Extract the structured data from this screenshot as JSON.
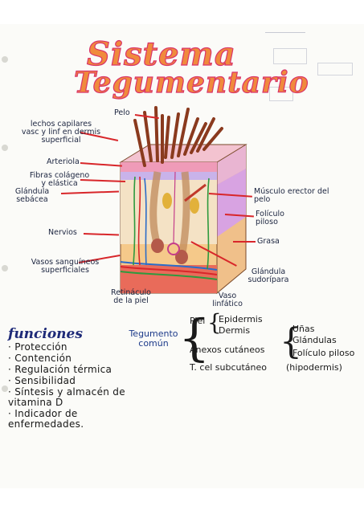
{
  "title": {
    "line1": "Sistema",
    "line2": "Tegumentario"
  },
  "labels": {
    "pelo": "Pelo",
    "lechos": "lechos capilares vasc y linf en dermis superficial",
    "arteriola": "Arteriola",
    "fibras": "Fibras colágeno y elástica",
    "glandula_sebacea": "Glándula sebácea",
    "nervios": "Nervios",
    "vasos": "Vasos sanguíneos superficiales",
    "retinaculo": "Retináculo de la piel",
    "vaso_linfatico": "Vaso linfático",
    "glandula_sudoripara": "Glándula sudorípara",
    "grasa": "Grasa",
    "foliculo": "Folículo piloso",
    "musculo": "Músculo erector del pelo"
  },
  "funciones": {
    "title": "funciones",
    "items": [
      "· Protección",
      "· Contención",
      "· Regulación térmica",
      "· Sensibilidad",
      "· Síntesis y almacén de vitamina D",
      "· Indicador de enfermedades."
    ]
  },
  "tegumento": {
    "label": "Tegumento común",
    "piel": "Piel",
    "epidermis": "Epidermis",
    "dermis": "Dermis",
    "anexos": "Anexos cutáneos",
    "unas": "Uñas",
    "glandulas": "Glándulas",
    "foliculo": "Folículo piloso",
    "tcel": "T. cel subcutáneo",
    "hipodermis": "(hipodermis)"
  }
}
